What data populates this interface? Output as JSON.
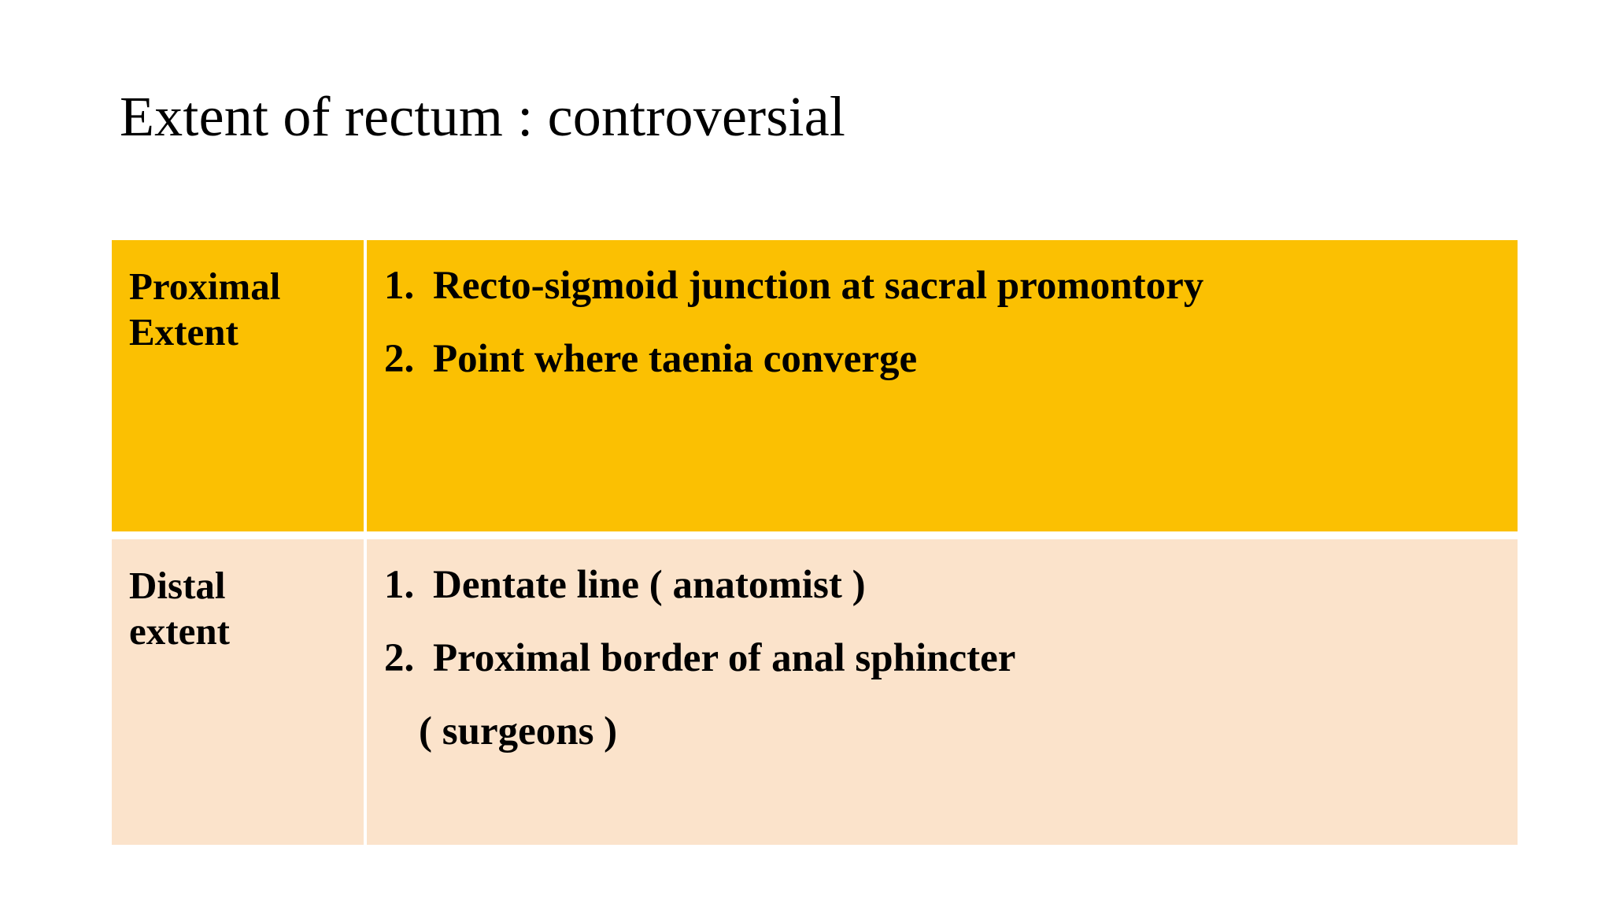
{
  "slide": {
    "title": "Extent of rectum : controversial",
    "background_color": "#FFFFFF"
  },
  "table": {
    "rows": [
      {
        "label": "Proximal Extent",
        "label_line1": "Proximal",
        "label_line2": "Extent",
        "background_color": "#FBC002",
        "items": [
          {
            "number": "1.",
            "text": "Recto-sigmoid junction at sacral promontory"
          },
          {
            "number": "2.",
            "text": "Point where taenia converge"
          }
        ],
        "continuation": ""
      },
      {
        "label": "Distal extent",
        "label_line1": "Distal",
        "label_line2": "extent",
        "background_color": "#FBE3CB",
        "items": [
          {
            "number": "1.",
            "text": "Dentate line ( anatomist )"
          },
          {
            "number": "2.",
            "text": "Proximal border of anal sphincter"
          }
        ],
        "continuation": "( surgeons )"
      }
    ]
  },
  "colors": {
    "amber": "#FBC002",
    "peach": "#FBE3CB",
    "text": "#000000",
    "divider": "#FFFFFF"
  }
}
